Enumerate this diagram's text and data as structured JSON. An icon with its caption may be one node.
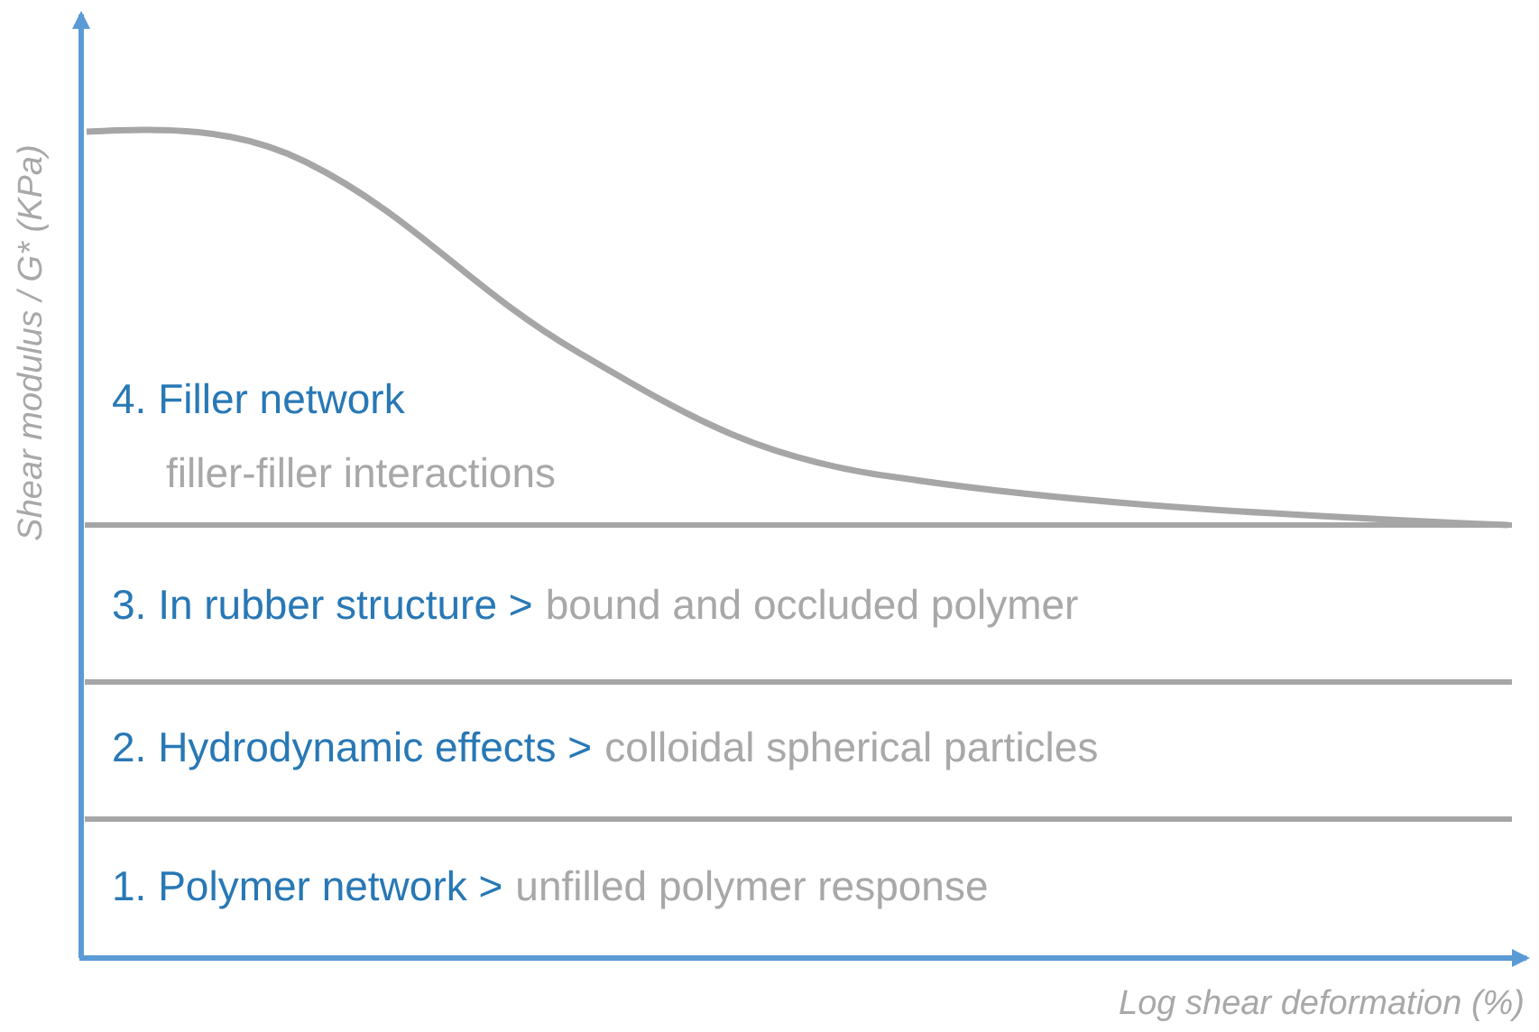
{
  "diagram": {
    "labels": [
      "Shear modulus / G* (KPa)",
      "4. Filler network",
      "filler-filler interactions",
      "3. In rubber structure >",
      "bound and occluded polymer",
      "2. Hydrodynamic effects >",
      "colloidal spherical particles",
      "1. Polymer network >",
      "unfilled polymer response",
      "Log shear deformation (%)"
    ]
  }
}
